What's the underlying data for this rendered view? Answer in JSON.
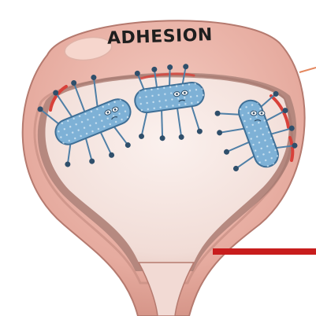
{
  "diagram": {
    "title": "ADHESION",
    "bacteria": [
      {
        "id": "bacterium-left",
        "face": "worried"
      },
      {
        "id": "bacterium-middle",
        "face": "worried"
      },
      {
        "id": "bacterium-right",
        "face": "worried"
      }
    ],
    "colors": {
      "bladder_wall": "#e9b2a8",
      "bladder_wall_dark": "#c98f85",
      "lumen": "#f4e4e0",
      "bacterium_body": "#7eb1d6",
      "bacterium_outline": "#3f6f96",
      "fimbria": "#4f7fa6",
      "adhesion_site": "#d8413a",
      "pointer_line": "#c81d1d",
      "callout_line": "#e4875e"
    }
  }
}
